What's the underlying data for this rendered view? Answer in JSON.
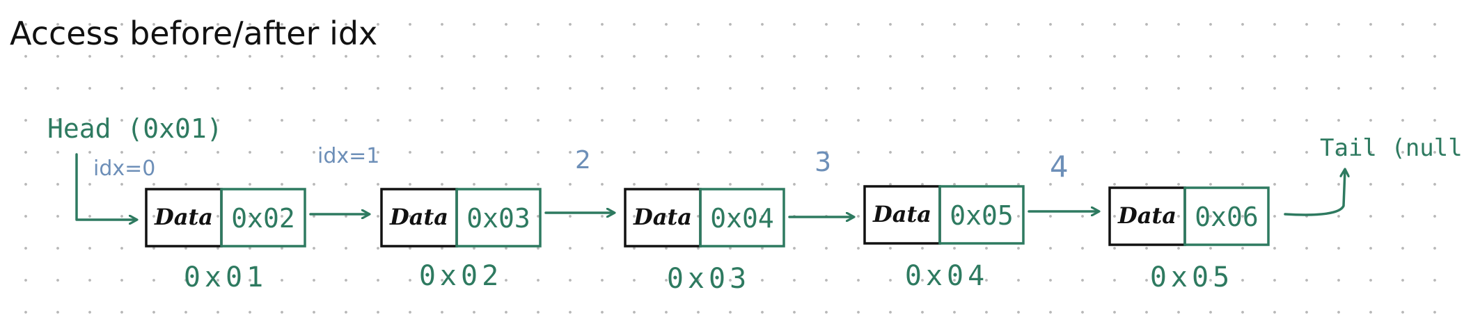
{
  "title": "Access before/after idx",
  "head_label": "Head (0x01)",
  "tail_label": "Tail (null)",
  "index_labels": [
    "idx=0",
    "idx=1",
    "2",
    "3",
    "4"
  ],
  "nodes": [
    {
      "data": "Data",
      "next": "0x02",
      "address": "0x01"
    },
    {
      "data": "Data",
      "next": "0x03",
      "address": "0x02"
    },
    {
      "data": "Data",
      "next": "0x04",
      "address": "0x03"
    },
    {
      "data": "Data",
      "next": "0x05",
      "address": "0x04"
    },
    {
      "data": "Data",
      "next": "0x06",
      "address": "0x05"
    }
  ],
  "colors": {
    "green": "#2e7a60",
    "blue": "#6d8fb8",
    "black": "#111111"
  }
}
